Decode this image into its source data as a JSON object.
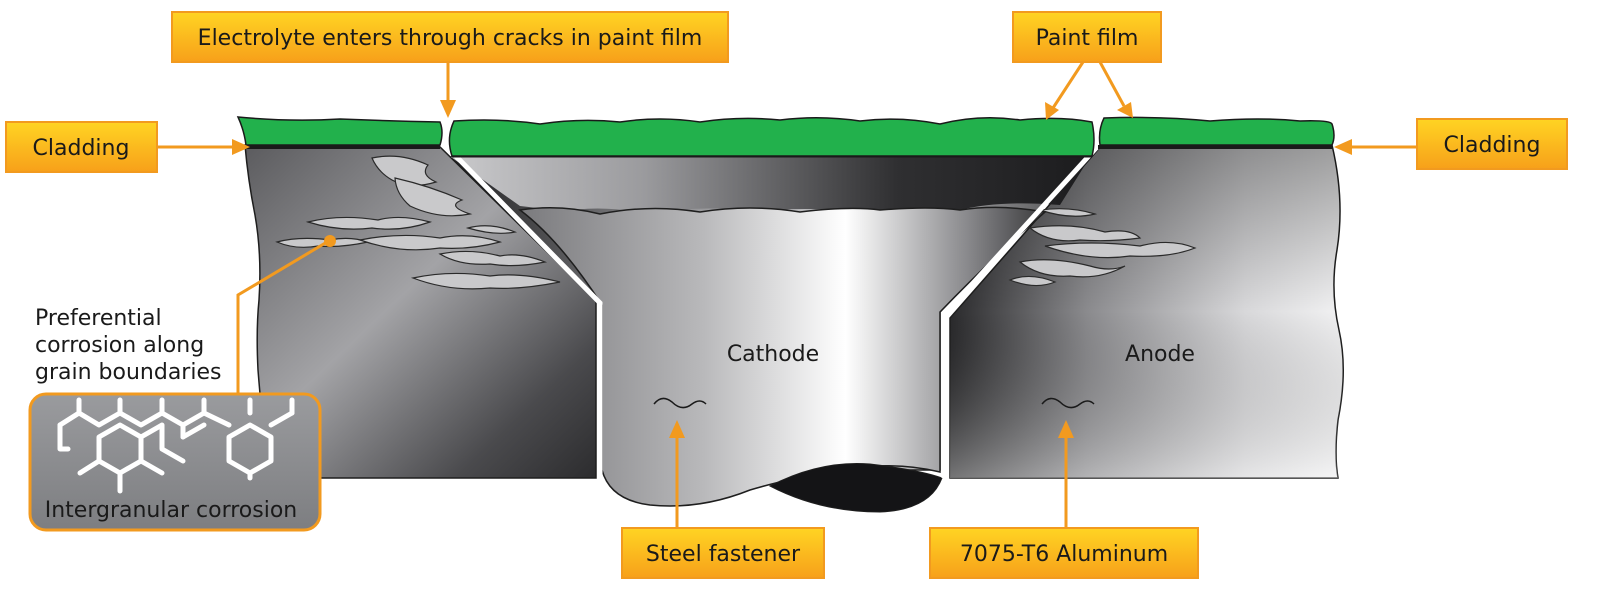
{
  "labels": {
    "electrolyte": "Electrolyte enters through cracks in paint film",
    "paint_film": "Paint film",
    "cladding_left": "Cladding",
    "cladding_right": "Cladding",
    "preferential": [
      "Preferential",
      "corrosion along",
      "grain boundaries"
    ],
    "intergranular": "Intergranular corrosion",
    "cathode": "Cathode",
    "anode": "Anode",
    "steel_fastener": "Steel fastener",
    "aluminum": "7075-T6 Aluminum"
  },
  "colors": {
    "callout_fill_top": "#ffd21f",
    "callout_fill_bottom": "#f7a21a",
    "callout_stroke": "#f29a1f",
    "paint_green": "#22b14c",
    "metal_dark": "#3a3a3c",
    "metal_light": "#e6e6e8",
    "inset_gray": "#8e8f92"
  }
}
